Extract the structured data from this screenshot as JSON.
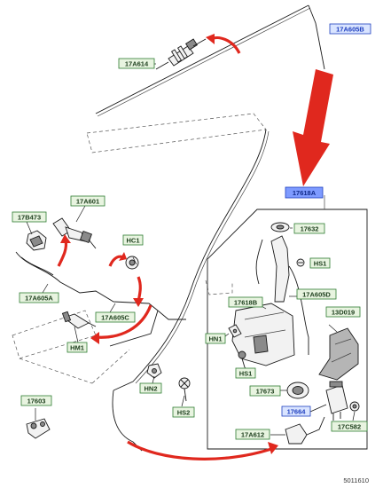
{
  "colors": {
    "label_green_fill": "#e8f4e0",
    "label_green_border": "#2e7d32",
    "label_blue_fill": "#d9e4ff",
    "label_blue_border": "#1f3fbf",
    "arrow_red": "#e0281e",
    "line": "#1a1a1a"
  },
  "labels": {
    "p_17A605B": "17A605B",
    "p_17A614": "17A614",
    "p_17618A": "17618A",
    "p_17B473": "17B473",
    "p_17A601": "17A601",
    "p_HC1": "HC1",
    "p_17A605A": "17A605A",
    "p_17A605C": "17A605C",
    "p_HM1": "HM1",
    "p_17632": "17632",
    "p_HS1a": "HS1",
    "p_17618B": "17618B",
    "p_17A605D": "17A605D",
    "p_13D019": "13D019",
    "p_HN1": "HN1",
    "p_HS1b": "HS1",
    "p_HN2": "HN2",
    "p_HS2": "HS2",
    "p_17603": "17603",
    "p_17673": "17673",
    "p_17664": "17664",
    "p_17C582": "17C582",
    "p_17A612": "17A612"
  },
  "figure_number": "5011610",
  "icons": [
    "red-curved-arrow",
    "red-pointer-arrow",
    "washer-reservoir",
    "washer-pump",
    "washer-nozzle",
    "hose-connector",
    "clip"
  ]
}
